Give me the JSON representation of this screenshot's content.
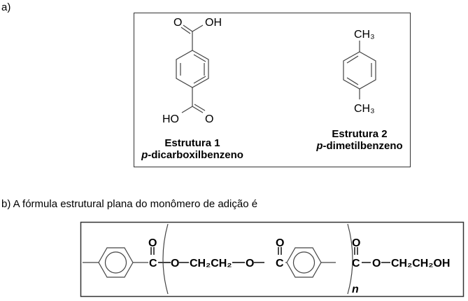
{
  "part_a": {
    "label": "a)",
    "structure1": {
      "atoms": {
        "top_o": "O",
        "top_oh": "OH",
        "bottom_ho": "HO",
        "bottom_o": "O"
      },
      "title": "Estrutura 1",
      "name_prefix": "p",
      "name_rest": "-dicarboxilbenzeno"
    },
    "structure2": {
      "atoms": {
        "top": "CH₃",
        "bottom": "CH₃"
      },
      "title": "Estrutura 2",
      "name_prefix": "p",
      "name_rest": "-dimetilbenzeno"
    }
  },
  "part_b": {
    "label": "b) A fórmula estrutural plana do monômero de adição é",
    "formula": {
      "c1": "C",
      "o1": "O",
      "o2": "O",
      "ch2ch2": "CH₂CH₂",
      "o3": "O",
      "c2": "C",
      "o4": "O",
      "c3": "C",
      "o5": "O",
      "o6": "O",
      "end": "CH₂CH₂OH",
      "n": "n"
    }
  }
}
